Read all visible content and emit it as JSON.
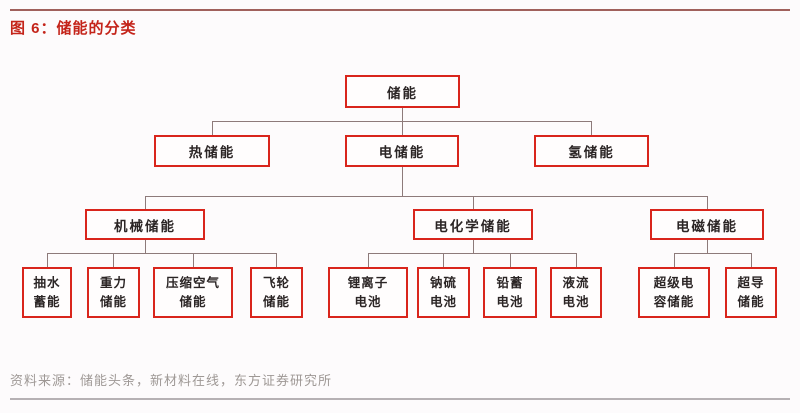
{
  "figure": {
    "title": "图 6：储能的分类",
    "source": "资料来源：储能头条，新材料在线，东方证券研究所"
  },
  "colors": {
    "box_border_red": "#d9251c",
    "title_red": "#c4241a",
    "top_rule": "#a0605c",
    "connector_line": "#8d7a7a",
    "source_text_gray": "#9e9895",
    "bottom_rule_gray": "#b6b1b4",
    "node_text": "#2b2525",
    "background": "#fdfbfc"
  },
  "tree": {
    "root": "储能",
    "level2": [
      "热储能",
      "电储能",
      "氢储能"
    ],
    "level3": [
      "机械储能",
      "电化学储能",
      "电磁储能"
    ],
    "leaves_mechanical": [
      "抽水\n蓄能",
      "重力\n储能",
      "压缩空气\n储能",
      "飞轮\n储能"
    ],
    "leaves_electrochemical": [
      "锂离子\n电池",
      "钠硫\n电池",
      "铅蓄\n电池",
      "液流\n电池"
    ],
    "leaves_electromagnetic": [
      "超级电\n容储能",
      "超导\n储能"
    ]
  },
  "hierarchy": {
    "储能": [
      "热储能",
      "电储能",
      "氢储能"
    ],
    "电储能": [
      "机械储能",
      "电化学储能",
      "电磁储能"
    ],
    "机械储能": [
      "抽水蓄能",
      "重力储能",
      "压缩空气储能",
      "飞轮储能"
    ],
    "电化学储能": [
      "锂离子电池",
      "钠硫电池",
      "铅蓄电池",
      "液流电池"
    ],
    "电磁储能": [
      "超级电容储能",
      "超导储能"
    ]
  }
}
